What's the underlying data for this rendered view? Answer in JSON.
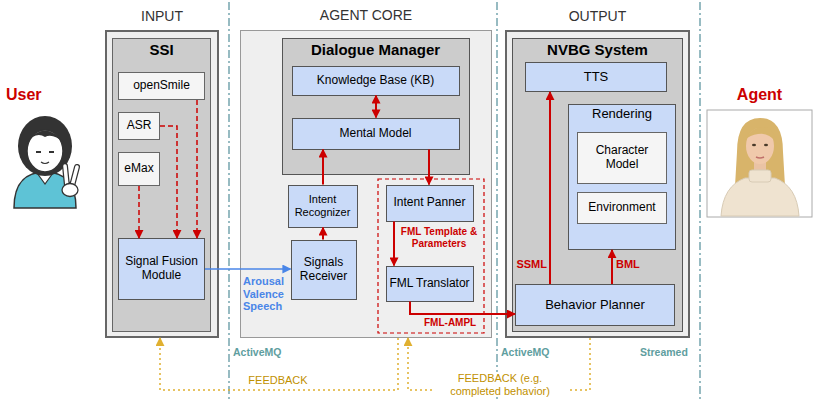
{
  "diagram": {
    "nodes": [
      {
        "text": [
          "INPUT"
        ]
      },
      {
        "text": [
          "SSI"
        ],
        "in": 0
      },
      {
        "text": [
          "openSmile"
        ],
        "in": 1
      },
      {
        "text": [
          "ASR"
        ],
        "in": 1
      },
      {
        "text": [
          "eMax"
        ],
        "in": 1
      },
      {
        "text": [
          "Signal Fusion Module"
        ],
        "in": 1
      },
      {
        "text": [
          "AGENT CORE"
        ]
      },
      {
        "text": [
          "Dialogue Manager"
        ],
        "in": 6
      },
      {
        "text": [
          "Knowledge Base (KB)"
        ],
        "in": 7
      },
      {
        "text": [
          "Mental Model"
        ],
        "in": 7
      },
      {
        "text": [
          "Intent Recognizer"
        ],
        "in": 6
      },
      {
        "text": [
          "Intent Panner"
        ],
        "in": 6
      },
      {
        "text": [
          "Signals Receiver"
        ],
        "in": 6
      },
      {
        "text": [
          "FML Translator"
        ],
        "in": 6
      },
      {
        "text": [
          "OUTPUT"
        ]
      },
      {
        "text": [
          "NVBG System"
        ],
        "in": 14
      },
      {
        "text": [
          "TTS"
        ],
        "in": 15
      },
      {
        "text": [
          "Rendering"
        ],
        "in": 15
      },
      {
        "text": [
          "Character Model"
        ],
        "in": 17
      },
      {
        "text": [
          "Environment"
        ],
        "in": 17
      },
      {
        "text": [
          "Behavior Planner"
        ],
        "in": 15
      }
    ],
    "edges": [
      {
        "from": 2,
        "to": 5,
        "arrow": "to"
      },
      {
        "from": 3,
        "to": 5,
        "arrow": "to"
      },
      {
        "from": 4,
        "to": 5,
        "arrow": "to"
      },
      {
        "from": 5,
        "to": 12,
        "label": "Arousal Valence Speech",
        "arrow": "to"
      },
      {
        "from": 12,
        "to": 10,
        "arrow": "to"
      },
      {
        "from": 10,
        "to": 9,
        "arrow": "to"
      },
      {
        "from": 8,
        "to": 9,
        "arrow": "both"
      },
      {
        "from": 9,
        "to": 11,
        "arrow": "to"
      },
      {
        "from": 11,
        "to": 13,
        "label": "FML Template & Parameters",
        "arrow": "to"
      },
      {
        "from": 13,
        "to": 20,
        "label": "FML-AMPL",
        "arrow": "to"
      },
      {
        "from": 20,
        "to": 16,
        "label": "SSML",
        "arrow": "to"
      },
      {
        "from": 20,
        "to": 17,
        "label": "BML",
        "arrow": "to"
      },
      {
        "from": 6,
        "to": 0,
        "label": "FEEDBACK",
        "arrow": "to"
      },
      {
        "from": 14,
        "to": 6,
        "label": "FEEDBACK (e.g. completed behavior)",
        "arrow": "to"
      }
    ],
    "labels": [
      "User",
      "Agent",
      "ActiveMQ",
      "ActiveMQ",
      "Streamed"
    ]
  }
}
